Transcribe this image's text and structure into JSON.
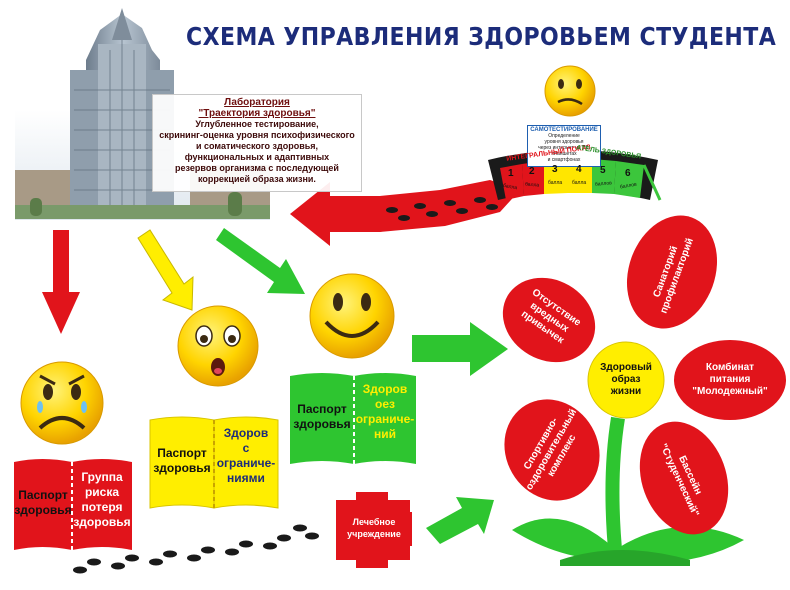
{
  "title": "СХЕМА УПРАВЛЕНИЯ ЗДОРОВЬЕМ СТУДЕНТА",
  "lab": {
    "heading1": "Лаборатория",
    "heading2": "\"Траектория здоровья\"",
    "line1": "Углубленное тестирование,",
    "line2": "скрининг-оценка уровня психофизического",
    "line3": "и соматического здоровья,",
    "line4": "функциональных и адаптивных",
    "line5": "резервов организма с последующей",
    "line6": "коррекцией образа жизни."
  },
  "selftest": {
    "heading": "САМОТЕСТИРОВАНИЕ",
    "line1": "Определение",
    "line2": "уровня здоровья",
    "line3": "через интернет на ПК,",
    "line4": "планшетах",
    "line5": "и смартфонах"
  },
  "scale": {
    "label_left": "ИНТЕГРАЛЬНЫЙ ПОКАЗ",
    "label_right": "АТЕЛЬ ЗДОРОВЬЯ",
    "cells": [
      "1",
      "2",
      "3",
      "4",
      "5",
      "6"
    ],
    "cell_words": [
      "балла",
      "балла",
      "балла",
      "балла",
      "баллов",
      "баллов"
    ],
    "colors": [
      "#e11b1b",
      "#e11b1b",
      "#ffe600",
      "#ffe600",
      "#3cc63c",
      "#3cc63c"
    ]
  },
  "books": {
    "red_left": [
      "Паспорт",
      "здоровья"
    ],
    "red_right": [
      "Группа",
      "риска",
      "потеря",
      "здоровья"
    ],
    "yellow_left": [
      "Паспорт",
      "здоровья"
    ],
    "yellow_right": [
      "Здоров",
      "с",
      "ограниче-",
      "ниями"
    ],
    "green_left": [
      "Паспорт",
      "здоровья"
    ],
    "green_right": [
      "Здоров",
      "оез",
      "ограниче-",
      "ний"
    ]
  },
  "medical": {
    "line1": "Лечебное",
    "line2": "учреждение"
  },
  "flower": {
    "center": [
      "Здоровый",
      "образ",
      "жизни"
    ],
    "petal_sanatorium": [
      "Санаторий",
      "профилакторий"
    ],
    "petal_habits": [
      "Отсутствие",
      "вредных",
      "привычек"
    ],
    "petal_food": [
      "Комбинат",
      "питания",
      "\"Молодежный\""
    ],
    "petal_sport": [
      "Спортивно-",
      "оздоровительный",
      "комплекс"
    ],
    "petal_pool": [
      "Бассейн",
      "\"Студенческий\""
    ]
  },
  "colors": {
    "red": "#e1141b",
    "yellow": "#ffee00",
    "green": "#2ec530",
    "title": "#1c2c7a"
  }
}
